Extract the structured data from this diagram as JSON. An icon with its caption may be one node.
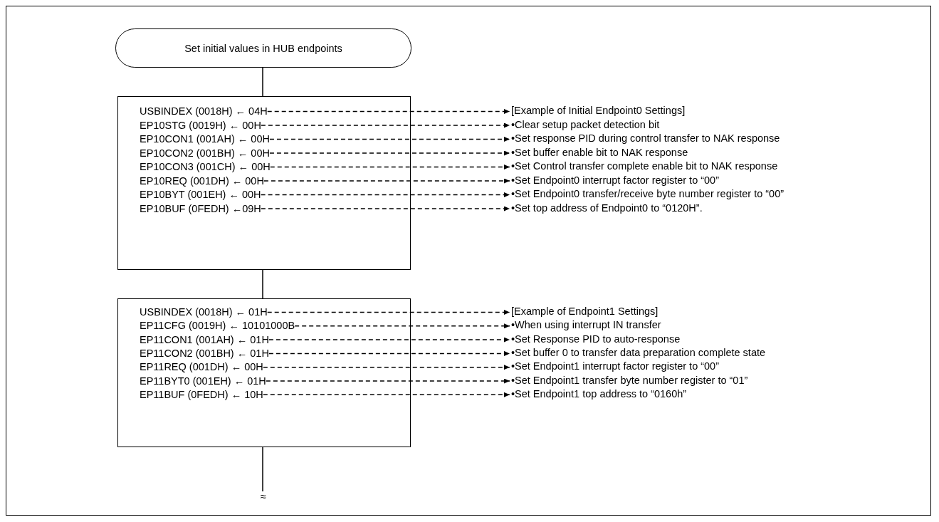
{
  "diagram": {
    "nodes": [
      {
        "text": [
          "Set initial values in HUB endpoints"
        ]
      },
      {
        "text": [],
        "shape": "box"
      },
      {
        "text": [
          "USBINDEX (0018H) ← 04H"
        ],
        "in": 1
      },
      {
        "text": [
          "EP10STG (0019H) ← 00H"
        ],
        "in": 1
      },
      {
        "text": [
          "EP10CON1 (001AH) ← 00H"
        ],
        "in": 1
      },
      {
        "text": [
          "EP10CON2 (001BH) ← 00H"
        ],
        "in": 1
      },
      {
        "text": [
          "EP10CON3 (001CH) ← 00H"
        ],
        "in": 1
      },
      {
        "text": [
          "EP10REQ (001DH) ← 00H"
        ],
        "in": 1
      },
      {
        "text": [
          "EP10BYT (001EH) ← 00H"
        ],
        "in": 1
      },
      {
        "text": [
          "EP10BUF (0FEDH) ←09H"
        ],
        "in": 1
      },
      {
        "text": [
          "[Example of Initial Endpoint0 Settings]"
        ]
      },
      {
        "text": [
          "•Clear setup packet detection bit"
        ]
      },
      {
        "text": [
          "•Set response PID during control transfer to NAK response"
        ]
      },
      {
        "text": [
          "•Set buffer enable bit to NAK response"
        ]
      },
      {
        "text": [
          "•Set Control transfer complete enable bit to NAK response"
        ]
      },
      {
        "text": [
          "•Set Endpoint0 interrupt factor register to “00”"
        ]
      },
      {
        "text": [
          "•Set Endpoint0 transfer/receive byte number register to “00”"
        ]
      },
      {
        "text": [
          "•Set top address of Endpoint0 to “0120H”."
        ]
      },
      {
        "text": [],
        "shape": "box"
      },
      {
        "text": [
          "USBINDEX (0018H) ← 01H"
        ],
        "in": 18
      },
      {
        "text": [
          "EP11CFG (0019H) ← 10101000B"
        ],
        "in": 18
      },
      {
        "text": [
          "EP11CON1 (001AH) ← 01H"
        ],
        "in": 18
      },
      {
        "text": [
          "EP11CON2 (001BH) ← 01H"
        ],
        "in": 18
      },
      {
        "text": [
          "EP11REQ (001DH) ← 00H"
        ],
        "in": 18
      },
      {
        "text": [
          "EP11BYT0 (001EH) ← 01H"
        ],
        "in": 18
      },
      {
        "text": [
          "EP11BUF (0FEDH) ← 10H"
        ],
        "in": 18
      },
      {
        "text": [
          "[Example of Endpoint1 Settings]"
        ]
      },
      {
        "text": [
          "•When using interrupt IN transfer"
        ]
      },
      {
        "text": [
          "•Set Response PID to auto-response"
        ]
      },
      {
        "text": [
          "•Set buffer 0 to transfer data preparation complete state"
        ]
      },
      {
        "text": [
          "•Set Endpoint1 interrupt factor register to “00”"
        ]
      },
      {
        "text": [
          "•Set Endpoint1 transfer byte number register to “01”"
        ]
      },
      {
        "text": [
          "•Set Endpoint1 top address to “0160h”"
        ]
      },
      {
        "text": [
          "≈"
        ]
      }
    ],
    "edges": [
      {
        "from": 0,
        "to": 1,
        "arrow": "none"
      },
      {
        "from": 1,
        "to": 18,
        "arrow": "none"
      },
      {
        "from": 18,
        "to": 33,
        "arrow": "none"
      },
      {
        "from": 2,
        "to": 10,
        "arrow": "to",
        "style": "dashed"
      },
      {
        "from": 3,
        "to": 11,
        "arrow": "to",
        "style": "dashed"
      },
      {
        "from": 4,
        "to": 12,
        "arrow": "to",
        "style": "dashed"
      },
      {
        "from": 5,
        "to": 13,
        "arrow": "to",
        "style": "dashed"
      },
      {
        "from": 6,
        "to": 14,
        "arrow": "to",
        "style": "dashed"
      },
      {
        "from": 7,
        "to": 15,
        "arrow": "to",
        "style": "dashed"
      },
      {
        "from": 8,
        "to": 16,
        "arrow": "to",
        "style": "dashed"
      },
      {
        "from": 9,
        "to": 17,
        "arrow": "to",
        "style": "dashed"
      },
      {
        "from": 19,
        "to": 26,
        "arrow": "to",
        "style": "dashed"
      },
      {
        "from": 20,
        "to": 27,
        "arrow": "to",
        "style": "dashed"
      },
      {
        "from": 21,
        "to": 28,
        "arrow": "to",
        "style": "dashed"
      },
      {
        "from": 22,
        "to": 29,
        "arrow": "to",
        "style": "dashed"
      },
      {
        "from": 23,
        "to": 30,
        "arrow": "to",
        "style": "dashed"
      },
      {
        "from": 24,
        "to": 31,
        "arrow": "to",
        "style": "dashed"
      },
      {
        "from": 25,
        "to": 32,
        "arrow": "to",
        "style": "dashed"
      }
    ]
  }
}
